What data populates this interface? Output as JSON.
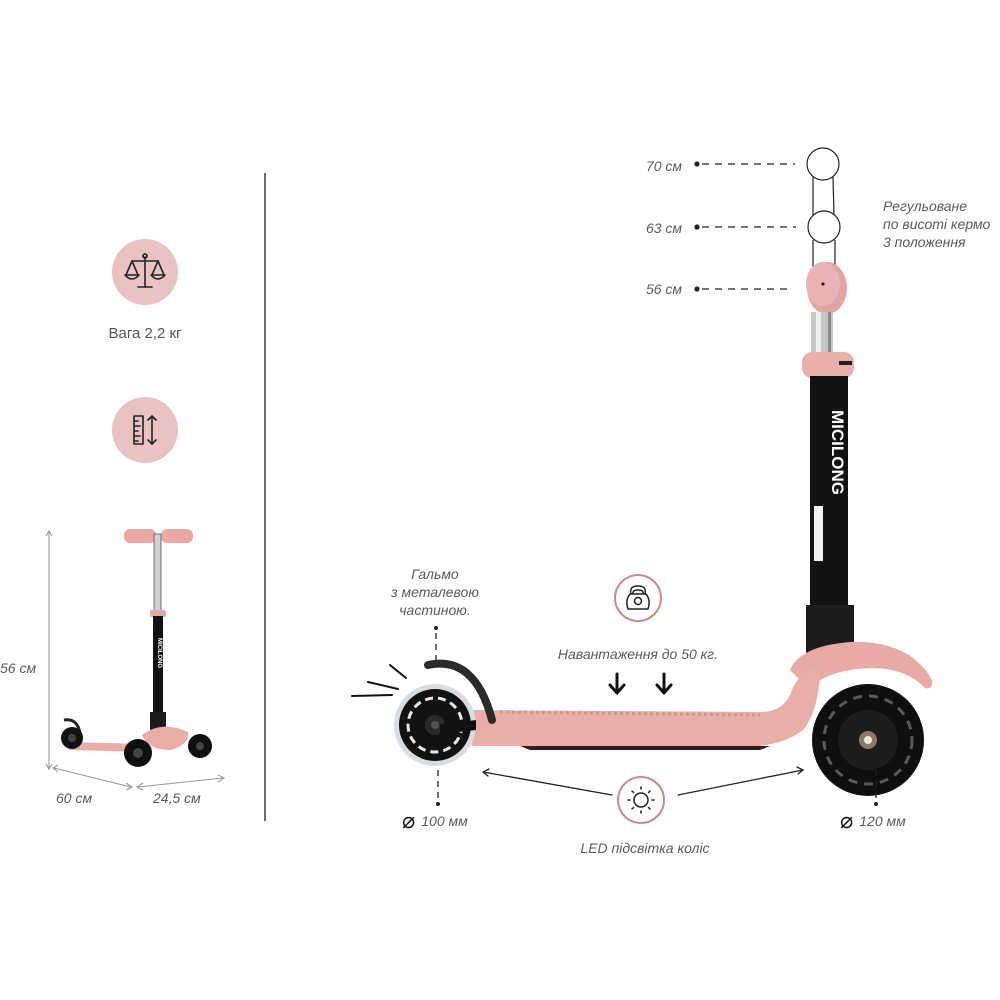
{
  "specs": {
    "weight": {
      "icon": "scale-icon",
      "label": "Вага 2,2 кг"
    },
    "dimensions": {
      "icon": "ruler-height-icon"
    }
  },
  "small_scooter": {
    "height": "56 см",
    "length": "60 см",
    "width": "24,5 см",
    "brand": "MICILONG"
  },
  "handlebar": {
    "positions": [
      "70 см",
      "63 см",
      "56 см"
    ],
    "description": [
      "Регульоване",
      "по висоті кермо",
      "3 положення"
    ]
  },
  "brake": {
    "description": [
      "Гальмо",
      "з металевою",
      "частиною."
    ]
  },
  "load": {
    "icon": "kettlebell-icon",
    "label": "Навантаження до 50 кг."
  },
  "wheels": {
    "rear_diameter": "100 мм",
    "front_diameter": "120 мм",
    "led_icon": "sun-icon",
    "led_label": "LED підсвітка коліс"
  },
  "colors": {
    "accent_pink": "#e9c3c3",
    "ring_pink": "#c98b8f",
    "deck_pink": "#e8a9a5",
    "text_grey": "#5a5a5a",
    "black": "#111111"
  }
}
